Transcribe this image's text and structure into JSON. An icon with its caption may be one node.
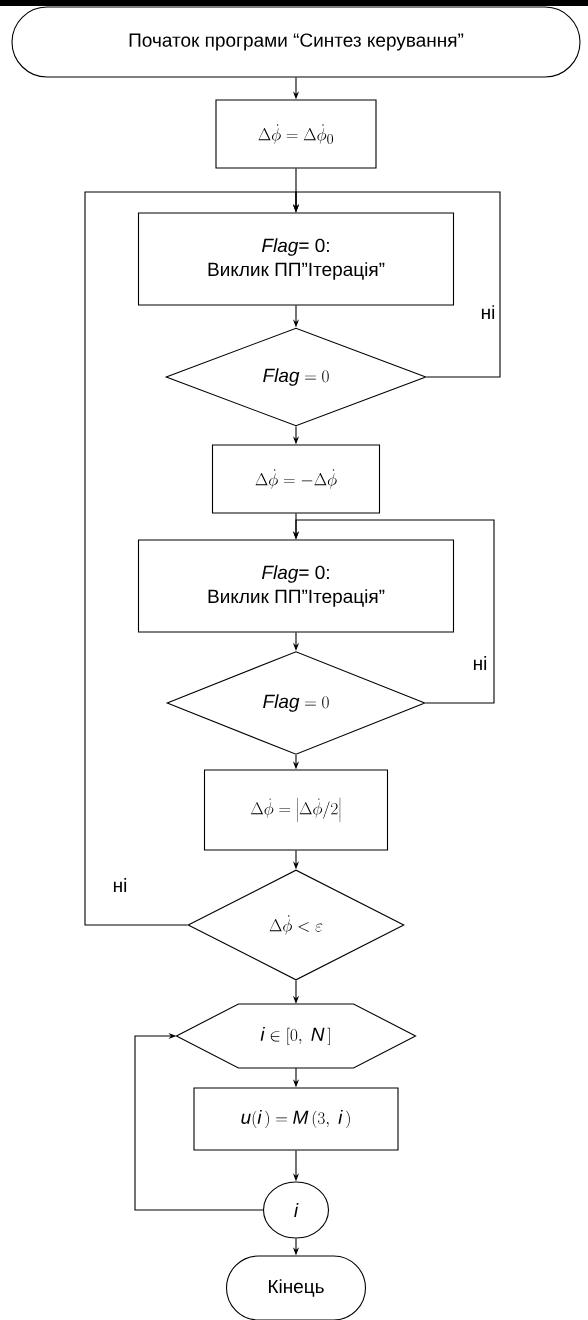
{
  "diagram": {
    "nodes": [
      {
        "text": [
          "Початок програми “Синтез керування”"
        ]
      },
      {
        "text": [
          "\\Delta\\dot{\\phi} = \\Delta\\dot{\\phi}_0"
        ]
      },
      {
        "text": [
          "*Flag*= 0:",
          "Виклик ПП”Ітерація”"
        ]
      },
      {
        "text": [
          "\\textit{Flag} = 0"
        ]
      },
      {
        "text": [
          "\\Delta\\dot{\\phi} = -\\Delta\\dot{\\phi}"
        ]
      },
      {
        "text": [
          "*Flag*= 0:",
          "Виклик ПП”Ітерація”"
        ]
      },
      {
        "text": [
          "\\textit{Flag} = 0"
        ]
      },
      {
        "text": [
          "\\Delta\\dot{\\phi} = \\left|\\Delta\\dot{\\phi}/2\\right|"
        ]
      },
      {
        "text": [
          "\\Delta\\dot{\\phi} < \\varepsilon"
        ]
      },
      {
        "text": [
          "\\textit{i} \\in \\left[0,\\ \\textit{N}\\,\\right]"
        ]
      },
      {
        "text": [
          "\\textit{u}(\\textit{i}\\,) = \\textit{M}\\,(3,\\ \\textit{i}\\,)"
        ]
      },
      {
        "text": [
          "\\textit{i}"
        ]
      },
      {
        "text": [
          "Кінець"
        ]
      }
    ],
    "edges": [
      {
        "from": 0,
        "to": 1,
        "arrow": "to"
      },
      {
        "from": 1,
        "to": 2,
        "arrow": "to"
      },
      {
        "from": 2,
        "to": 3,
        "arrow": "to"
      },
      {
        "from": 3,
        "to": 2,
        "arrow": "to",
        "label": "ні"
      },
      {
        "from": 3,
        "to": 4,
        "arrow": "to"
      },
      {
        "from": 4,
        "to": 5,
        "arrow": "to"
      },
      {
        "from": 5,
        "to": 6,
        "arrow": "to"
      },
      {
        "from": 6,
        "to": 5,
        "arrow": "to",
        "label": "ні"
      },
      {
        "from": 6,
        "to": 7,
        "arrow": "to"
      },
      {
        "from": 7,
        "to": 8,
        "arrow": "to"
      },
      {
        "from": 8,
        "to": 2,
        "arrow": "to",
        "label": "ні"
      },
      {
        "from": 8,
        "to": 9,
        "arrow": "to"
      },
      {
        "from": 9,
        "to": 10,
        "arrow": "to"
      },
      {
        "from": 10,
        "to": 11,
        "arrow": "to"
      },
      {
        "from": 11,
        "to": 9,
        "arrow": "to"
      },
      {
        "from": 11,
        "to": 12,
        "arrow": "to"
      }
    ]
  }
}
